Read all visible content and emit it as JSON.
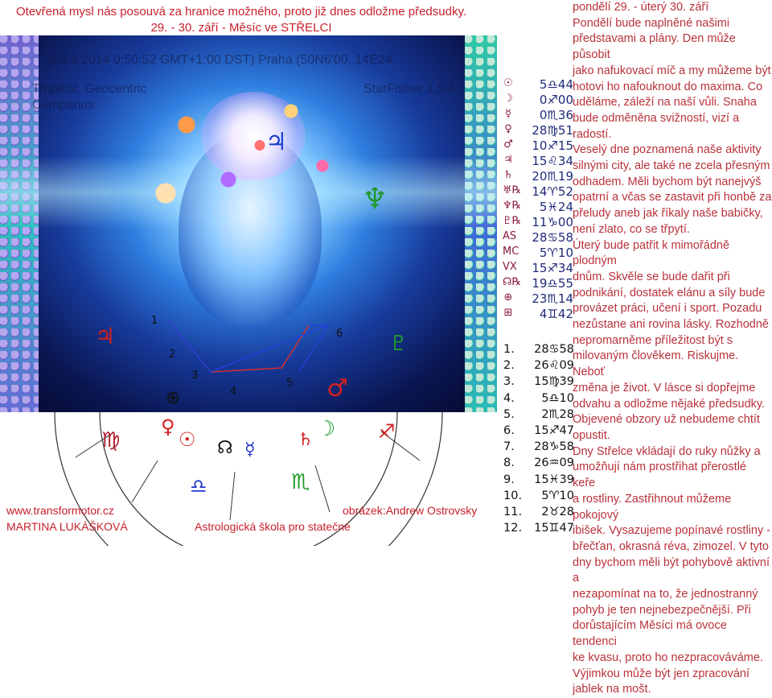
{
  "header": {
    "line1": "Otevřená mysl nás posouvá za hranice možného, proto již dnes odložme předsudky.",
    "line2": "29. - 30. září - Měsíc ve STŘELCI"
  },
  "chart_watermark": {
    "line1": "(29.9.2014 0:50:52 GMT+1:00 DST) Praha (50N6'00, 14E24",
    "line2": "Tropical, Geocentric",
    "line3": "Campanus",
    "line4": "StarFisher 1.5.4"
  },
  "zodiac_wheel": {
    "signs": [
      "♍",
      "♎",
      "♏",
      "♐"
    ],
    "planets_on_wheel": [
      "♀",
      "☉",
      "☊",
      "☿",
      "♄",
      "☽"
    ],
    "planets_in_art": [
      "♃",
      "♆",
      "♂",
      "⊕",
      "♇"
    ],
    "house_numbers": [
      "1",
      "2",
      "3",
      "4",
      "5",
      "6"
    ]
  },
  "positions": [
    {
      "symbol": "☉",
      "value": "5♎44"
    },
    {
      "symbol": "☽",
      "value": "0♐00"
    },
    {
      "symbol": "☿",
      "value": "0♏36"
    },
    {
      "symbol": "♀",
      "value": "28♍51"
    },
    {
      "symbol": "♂",
      "value": "10♐15"
    },
    {
      "symbol": "♃",
      "value": "15♌34"
    },
    {
      "symbol": "♄",
      "value": "20♏19"
    },
    {
      "symbol": "♅℞",
      "value": "14♈52"
    },
    {
      "symbol": "♆℞",
      "value": "5♓24"
    },
    {
      "symbol": "♇℞",
      "value": "11♑00"
    },
    {
      "symbol": "AS",
      "value": "28♋58"
    },
    {
      "symbol": "MC",
      "value": "5♈10"
    },
    {
      "symbol": "VX",
      "value": "15♐34"
    },
    {
      "symbol": "☊℞",
      "value": "19♎55"
    },
    {
      "symbol": "⊕",
      "value": "23♏14"
    },
    {
      "symbol": "⊞",
      "value": "4♊42"
    }
  ],
  "houses": [
    {
      "num": "1.",
      "value": "28♋58"
    },
    {
      "num": "2.",
      "value": "26♌09"
    },
    {
      "num": "3.",
      "value": "15♍39"
    },
    {
      "num": "4.",
      "value": "5♎10"
    },
    {
      "num": "5.",
      "value": "2♏28"
    },
    {
      "num": "6.",
      "value": "15♐47"
    },
    {
      "num": "7.",
      "value": "28♑58"
    },
    {
      "num": "8.",
      "value": "26♒09"
    },
    {
      "num": "9.",
      "value": "15♓39"
    },
    {
      "num": "10.",
      "value": "5♈10"
    },
    {
      "num": "11.",
      "value": "2♉28"
    },
    {
      "num": "12.",
      "value": "15♊47"
    }
  ],
  "text_body": "pondělí 29. - úterý 30. září\nPondělí bude naplněné našimi\npředstavami a plány. Den může působit\njako nafukovací míč a my můžeme být\nhotovi ho nafouknout do maxima. Co\nuděláme, záleží na naší vůli. Snaha\nbude odměněna svižností, vizí a radostí.\nVeselý dne poznamená naše aktivity\nsilnými city, ale také ne zcela přesným\nodhadem. Měli bychom být nanejvýš\nopatrní a včas se zastavit při honbě za\npřeludy aneb jak říkaly naše babičky,\nnení zlato, co se třpytí.\nÚterý bude patřit k mimořádně plodným\ndnům. Skvěle se bude dařit při\npodnikání, dostatek elánu a síly bude\nprovázet práci, učení i sport. Pozadu\nnezůstane ani rovina lásky. Rozhodně\nnepromarněme příležitost být s\nmilovaným člověkem. Riskujme. Neboť\nzměna je život. V lásce si dopřejme\nodvahu a odložme nějaké předsudky.\nObjevené obzory už nebudeme chtít\nopustit.\nDny Střelce vkládají do ruky nůžky a\numožňují nám prostřihat přerostlé keře\na rostliny. Zastřihnout můžeme pokojový\nibišek. Vysazujeme popínavé rostliny -\nbřečťan, okrasná réva, zimozel. V tyto\ndny bychom měli být pohybově aktivní a\nnezapomínat na to, že jednostranný\npohyb je ten nejnebezpečnější. Při\ndorůstajícím Měsíci má ovoce tendenci\nke kvasu, proto ho nezpracováváme.\nVýjimkou může být jen zpracování\njablek na mošt.",
  "footer": {
    "url": "www.transformotor.cz",
    "name": "MARTINA LUKÁŠKOVÁ",
    "school": "Astrologická škola pro statečné",
    "credit": "obrázek:Andrew Ostrovsky"
  },
  "colors": {
    "header_red": "#c8202a",
    "position_blue": "#1f2a7a",
    "body_text_red": "#b8323a"
  }
}
